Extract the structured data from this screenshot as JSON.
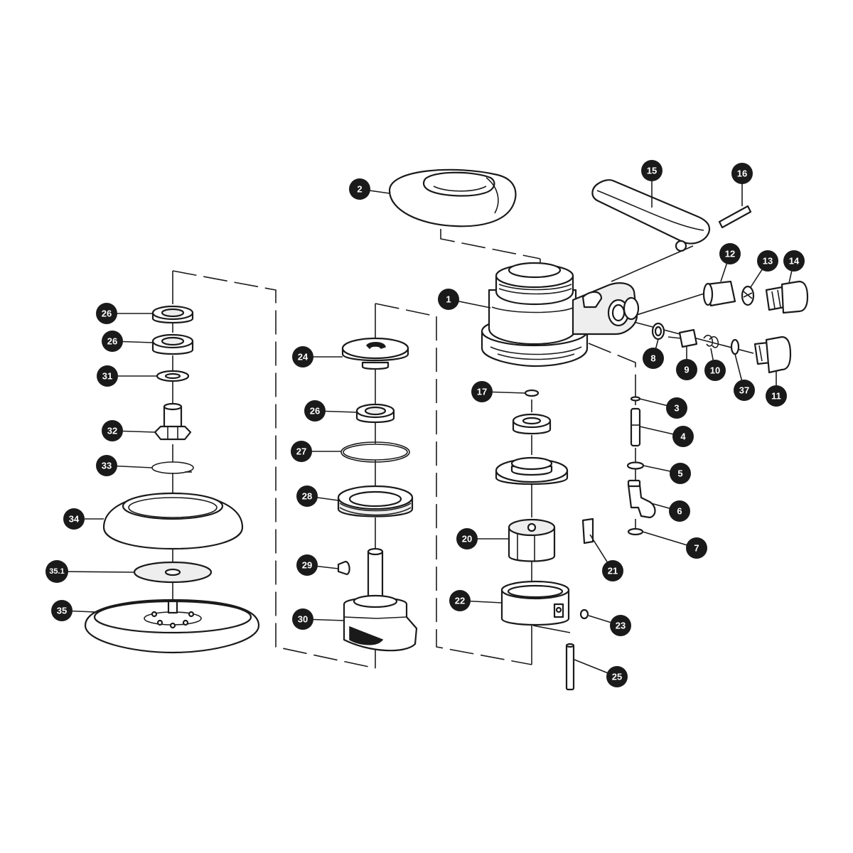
{
  "callouts": [
    {
      "id": "c1",
      "label": "1"
    },
    {
      "id": "c2",
      "label": "2"
    },
    {
      "id": "c3",
      "label": "3"
    },
    {
      "id": "c4",
      "label": "4"
    },
    {
      "id": "c5",
      "label": "5"
    },
    {
      "id": "c6",
      "label": "6"
    },
    {
      "id": "c7",
      "label": "7"
    },
    {
      "id": "c8",
      "label": "8"
    },
    {
      "id": "c9",
      "label": "9"
    },
    {
      "id": "c10",
      "label": "10"
    },
    {
      "id": "c11",
      "label": "11"
    },
    {
      "id": "c12",
      "label": "12"
    },
    {
      "id": "c13",
      "label": "13"
    },
    {
      "id": "c14",
      "label": "14"
    },
    {
      "id": "c15",
      "label": "15"
    },
    {
      "id": "c16",
      "label": "16"
    },
    {
      "id": "c17",
      "label": "17"
    },
    {
      "id": "c37",
      "label": "37"
    },
    {
      "id": "c20",
      "label": "20"
    },
    {
      "id": "c21",
      "label": "21"
    },
    {
      "id": "c22",
      "label": "22"
    },
    {
      "id": "c23",
      "label": "23"
    },
    {
      "id": "c25",
      "label": "25"
    },
    {
      "id": "c24",
      "label": "24"
    },
    {
      "id": "c26m",
      "label": "26"
    },
    {
      "id": "c27",
      "label": "27"
    },
    {
      "id": "c28",
      "label": "28"
    },
    {
      "id": "c29",
      "label": "29"
    },
    {
      "id": "c30",
      "label": "30"
    },
    {
      "id": "c26a",
      "label": "26"
    },
    {
      "id": "c26b",
      "label": "26"
    },
    {
      "id": "c31",
      "label": "31"
    },
    {
      "id": "c32",
      "label": "32"
    },
    {
      "id": "c33",
      "label": "33"
    },
    {
      "id": "c34",
      "label": "34"
    },
    {
      "id": "c351",
      "label": "35.1"
    },
    {
      "id": "c35",
      "label": "35"
    }
  ]
}
